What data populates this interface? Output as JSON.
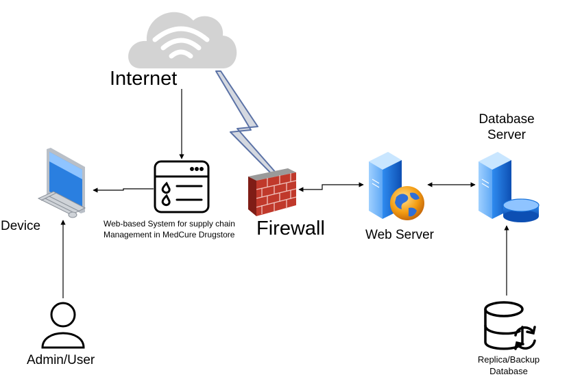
{
  "nodes": {
    "internet": "Internet",
    "device": "Device",
    "web_system": "Web-based System for supply chain\nManagement in MedCure Drugstore",
    "firewall": "Firewall",
    "web_server": "Web Server",
    "database_server": "Database\nServer",
    "admin_user": "Admin/User",
    "replica_backup": "Replica/Backup\nDatabase"
  },
  "colors": {
    "cloud": "#d3d3d3",
    "firewall_brick": "#c0392b",
    "server_blue": "#1a73d9",
    "globe_orange": "#f39c12",
    "line": "#000000",
    "lightning_fill": "#d4d8e0",
    "lightning_stroke": "#5b72a6"
  }
}
